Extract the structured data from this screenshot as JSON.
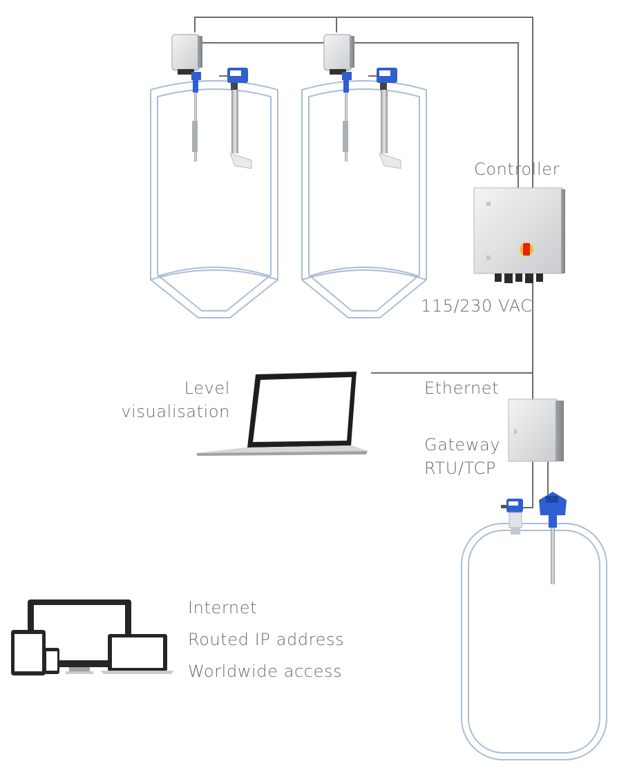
{
  "labels": {
    "controller": "Controller",
    "supply": "115/230 VAC",
    "ethernet": "Ethernet",
    "gateway_line1": "Gateway",
    "gateway_line2": "RTU/TCP",
    "level_line1": "Level",
    "level_line2": "visualisation",
    "internet": "Internet",
    "routed_ip": "Routed IP address",
    "worldwide": "Worldwide access"
  },
  "colors": {
    "line": "#6b6b6b",
    "tank_outline": "#a9bdd6",
    "device_blue": "#2f5fd0",
    "housing_grey": "#cfd3d6",
    "switch_red": "#e2231a",
    "switch_yellow": "#f6c21a",
    "text": "#5f6e6c",
    "device_dark": "#222222"
  },
  "icons": {
    "controller": "controller-cabinet-icon",
    "gateway": "gateway-box-icon",
    "laptop": "laptop-icon",
    "devices": "multi-device-icon"
  }
}
